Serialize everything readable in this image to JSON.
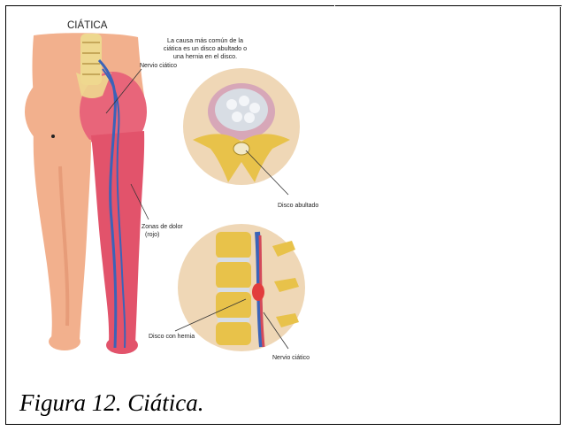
{
  "illustration": {
    "title": "CIÁTICA",
    "cause_lines": [
      "La causa más común de la",
      "ciática es un disco abultado o",
      "una hernia en el disco."
    ],
    "labels": {
      "nervio_ciatico_top": "Nervio ciático",
      "zonas_dolor_1": "Zonas de dolor",
      "zonas_dolor_2": "(rojo)",
      "disco_abultado": "Disco abultado",
      "disco_hernia": "Disco con hernia",
      "nervio_ciatico_bottom": "Nervio ciático"
    }
  },
  "caption": "Figura 12. Ciática.",
  "colors": {
    "skin": "#f2b08d",
    "skin_shadow": "#e08f6d",
    "pain_red": "#e2536b",
    "nerve_blue": "#3b63b8",
    "circle_bg": "#efd7b6",
    "bone": "#e8c24a",
    "disc_gray": "#d8dde4"
  }
}
